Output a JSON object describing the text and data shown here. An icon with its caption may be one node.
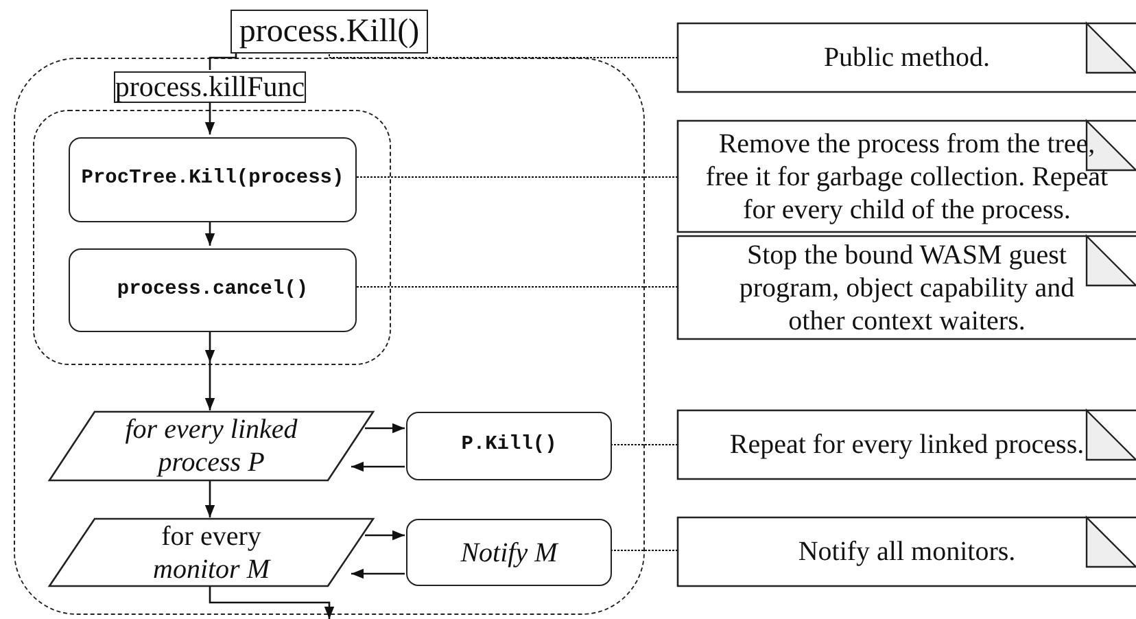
{
  "diagram": {
    "nodes": [
      {
        "text": [
          "process.Kill()"
        ]
      },
      {
        "text": [],
        "shape": "box"
      },
      {
        "text": [
          "process.killFunc"
        ],
        "in": 1
      },
      {
        "text": [],
        "shape": "box",
        "in": 1
      },
      {
        "text": [
          "ProcTree.Kill(process)"
        ],
        "in": 3
      },
      {
        "text": [
          "process.cancel()"
        ],
        "in": 3
      },
      {
        "text": [
          "for every linked process P"
        ],
        "in": 1
      },
      {
        "text": [
          "P.Kill()"
        ],
        "in": 1
      },
      {
        "text": [
          "for every *monitor M*"
        ],
        "in": 1
      },
      {
        "text": [
          "Notify M"
        ],
        "in": 1
      },
      {
        "text": [
          "Public method."
        ]
      },
      {
        "text": [
          "Remove the process from the tree, free it for garbage collection. Repeat for every child of the process."
        ]
      },
      {
        "text": [
          "Stop the bound WASM guest program, object capability and other context waiters."
        ]
      },
      {
        "text": [
          "Repeat for every linked process."
        ]
      },
      {
        "text": [
          "Notify all monitors."
        ]
      }
    ],
    "edges": [
      {
        "from": 0,
        "to": 2,
        "arrow": "none"
      },
      {
        "from": 2,
        "to": 4,
        "arrow": "to"
      },
      {
        "from": 4,
        "to": 5,
        "arrow": "to"
      },
      {
        "from": 5,
        "to": 6,
        "arrow": "to"
      },
      {
        "from": 6,
        "to": 7,
        "arrow": "to"
      },
      {
        "from": 7,
        "to": 6,
        "arrow": "to"
      },
      {
        "from": 6,
        "to": 8,
        "arrow": "to"
      },
      {
        "from": 8,
        "to": 9,
        "arrow": "to"
      },
      {
        "from": 9,
        "to": 8,
        "arrow": "to"
      },
      {
        "from": 8,
        "to": null,
        "arrow": "to"
      },
      {
        "from": 10,
        "to": 0,
        "arrow": "none",
        "style": "dashed"
      },
      {
        "from": 11,
        "to": 4,
        "arrow": "none",
        "style": "dashed"
      },
      {
        "from": 12,
        "to": 5,
        "arrow": "none",
        "style": "dashed"
      },
      {
        "from": 13,
        "to": 7,
        "arrow": "none",
        "style": "dashed"
      },
      {
        "from": 14,
        "to": 9,
        "arrow": "none",
        "style": "dashed"
      }
    ]
  }
}
